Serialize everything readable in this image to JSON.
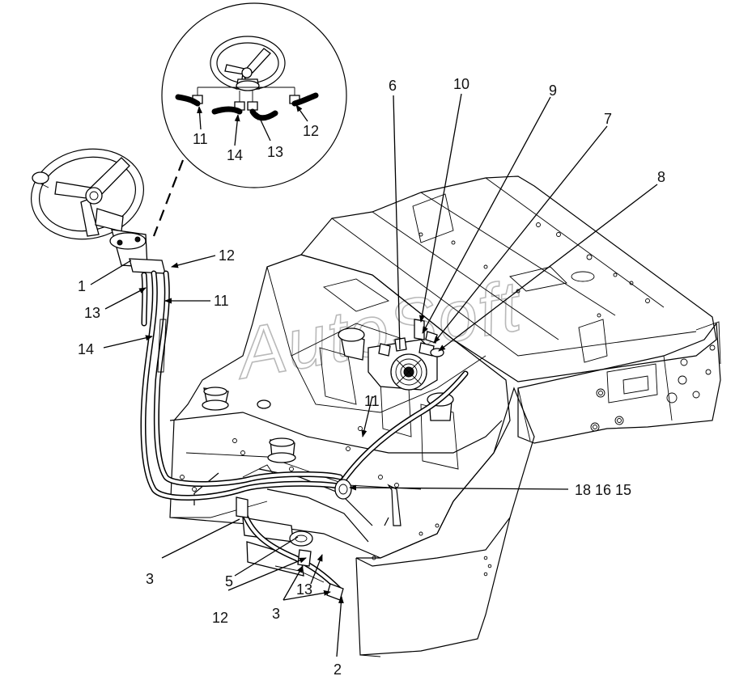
{
  "watermark": "AutoSoft",
  "labels": {
    "l1": "1",
    "l2": "2",
    "l3a": "3",
    "l3b": "3",
    "l5": "5",
    "l6": "6",
    "l7": "7",
    "l8": "8",
    "l9": "9",
    "l10": "10",
    "l11a": "11",
    "l11b": "11",
    "l12a": "12",
    "l12b": "12",
    "l13a": "13",
    "l13b": "13",
    "l14": "14",
    "l18_16_15": "18  16  15",
    "inset_11": "11",
    "inset_12": "12",
    "inset_13": "13",
    "inset_14": "14"
  }
}
